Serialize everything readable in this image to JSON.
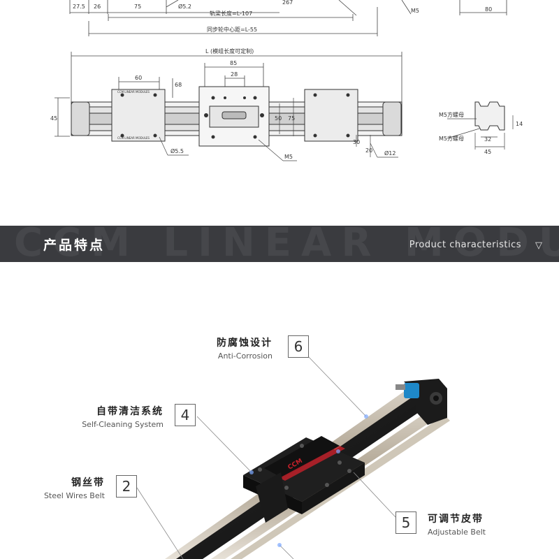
{
  "top_drawing": {
    "dims_top_row": [
      "27.5",
      "26",
      "75",
      "Ø5.2",
      "80",
      "M5",
      "267"
    ],
    "rail_length": "轨梁长度=L-107",
    "pulley_distance": "同步轮中心距=L-55",
    "overall_length": "L (模组长度可定制)",
    "carriage_width": "85",
    "carriage_inner": "28",
    "end_block_width": "60",
    "height_45": "45",
    "dim_68": "68",
    "dim_50": "50",
    "dim_75": "75",
    "dim_30": "30",
    "dim_20": "20",
    "hole_55": "Ø5.5",
    "thread_m5": "M5",
    "hole_12": "Ø12",
    "side_label_1": "M5方螺母",
    "side_label_2": "M5方螺母",
    "side_dim_14": "14",
    "side_dim_32": "32",
    "side_dim_45": "45",
    "side_dim_80": "80",
    "end_block_text_top": "CCM LINEAR MODULES",
    "end_block_text_bottom": "CCM LINEAR MODULES"
  },
  "banner": {
    "title": "产品特点",
    "subtitle": "Product characteristics",
    "arrow": "▽",
    "watermark": "CCM LINEAR MODULES"
  },
  "features": [
    {
      "num": "6",
      "cn": "防腐蚀设计",
      "en": "Anti-Corrosion"
    },
    {
      "num": "4",
      "cn": "自带清洁系统",
      "en": "Self-Cleaning System"
    },
    {
      "num": "2",
      "cn": "钢丝带",
      "en": "Steel Wires Belt"
    },
    {
      "num": "5",
      "cn": "可调节皮带",
      "en": "Adjustable Belt"
    }
  ],
  "product": {
    "carriage_logo": "CCM"
  },
  "colors": {
    "banner_bg": "#3a3b3f",
    "accent_blue": "#1e88c8",
    "logo_red": "#c8202a",
    "rail_black": "#1a1a1a",
    "rod_silver": "#b8ad9c"
  }
}
